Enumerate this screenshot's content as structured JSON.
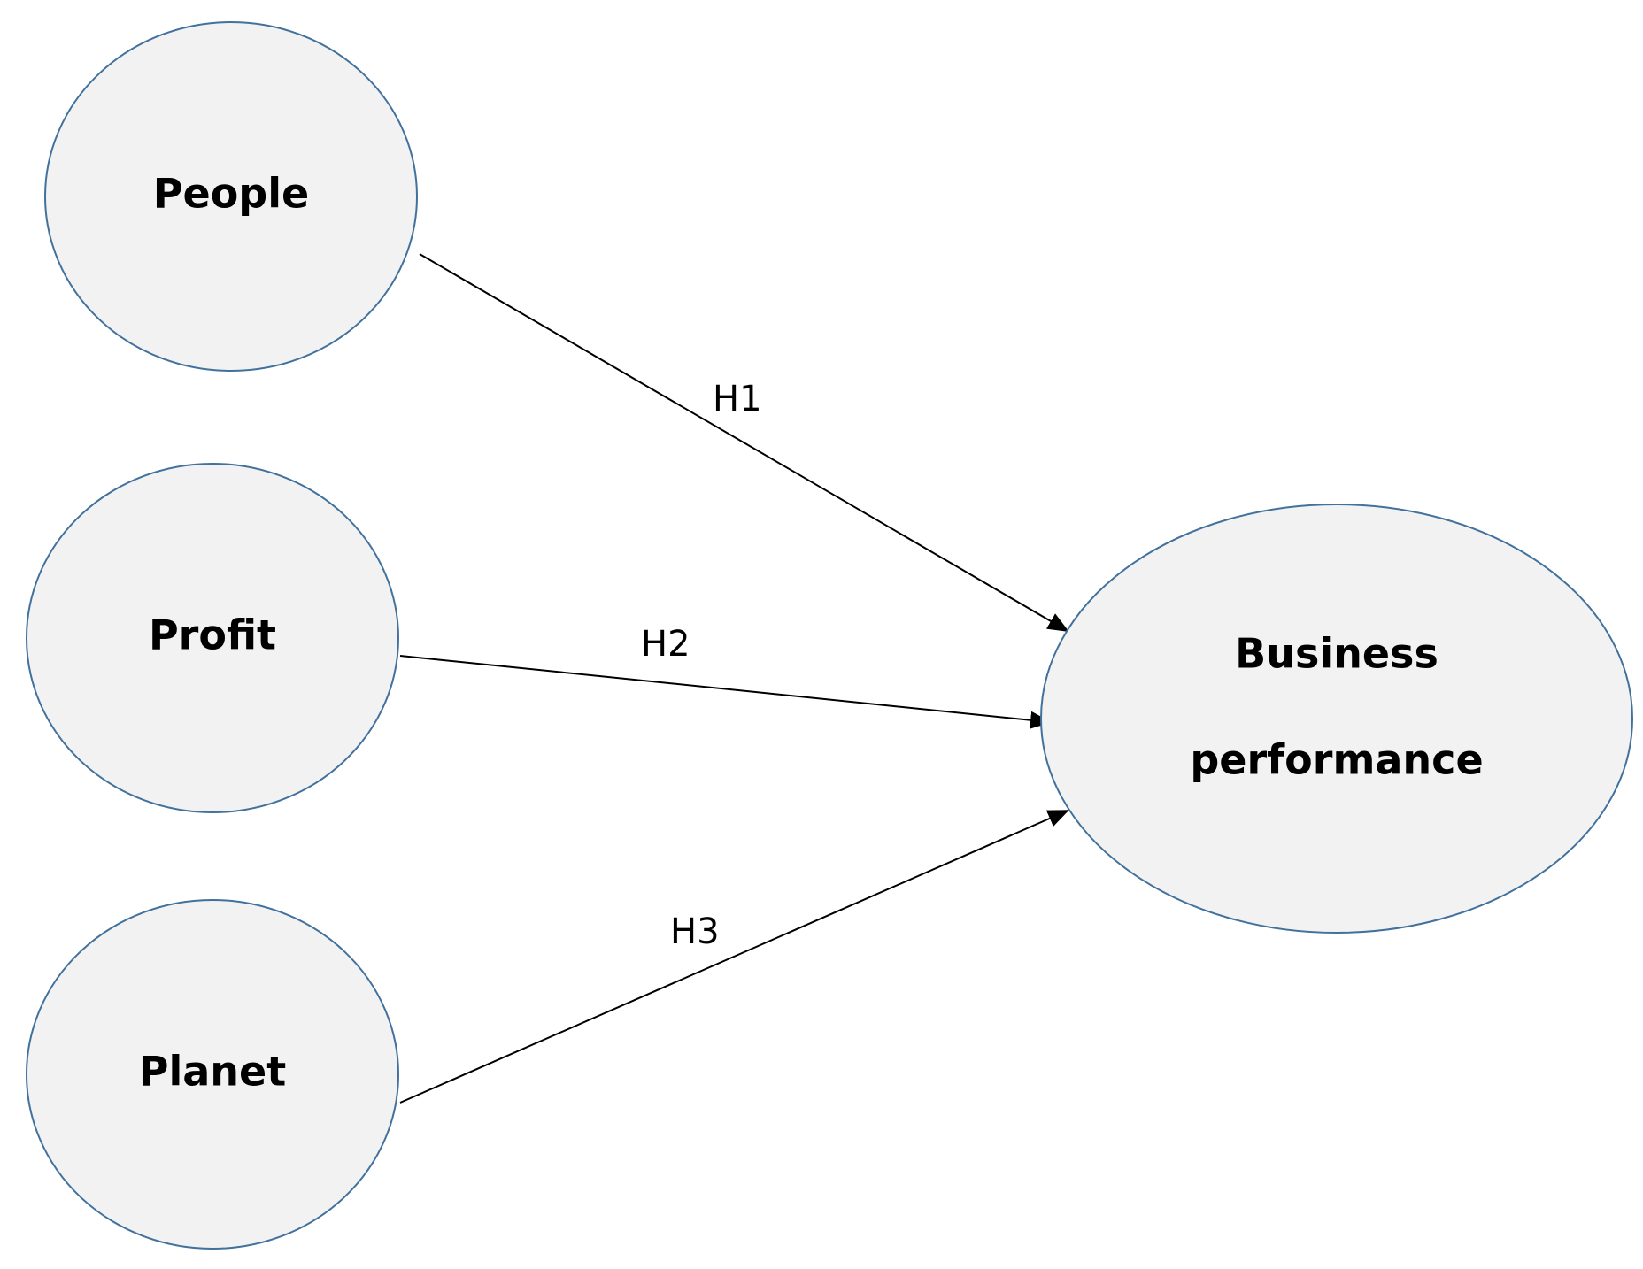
{
  "nodes": {
    "people": {
      "label": "People"
    },
    "profit": {
      "label": "Profit"
    },
    "planet": {
      "label": "Planet"
    },
    "business": {
      "label_line1": "Business",
      "label_line2": "performance"
    }
  },
  "edges": {
    "h1": {
      "label": "H1"
    },
    "h2": {
      "label": "H2"
    },
    "h3": {
      "label": "H3"
    }
  },
  "colors": {
    "node_fill": "#f2f2f2",
    "node_stroke": "#41719c",
    "edge": "#000000"
  }
}
